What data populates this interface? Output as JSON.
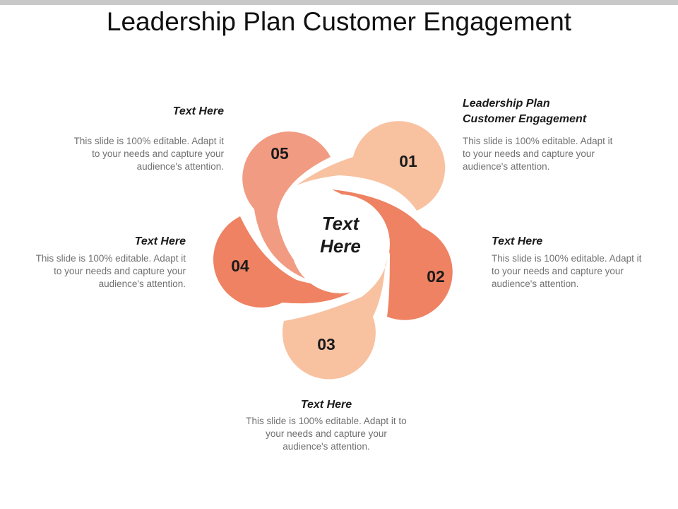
{
  "title": "Leadership Plan Customer Engagement",
  "center": {
    "line1": "Text",
    "line2": "Here"
  },
  "colors": {
    "p01": "#f8c2a1",
    "p02": "#ee8262",
    "p03": "#f8c2a1",
    "p04": "#ee8262",
    "p05": "#f19b82"
  },
  "petals": [
    {
      "number": "01",
      "label_line1": "Leadership Plan",
      "label_line2": "Customer Engagement",
      "desc": "This slide is 100% editable. Adapt it to your needs and capture your audience's attention."
    },
    {
      "number": "02",
      "label": "Text Here",
      "desc": "This slide is 100% editable. Adapt it to your needs and capture your audience's attention."
    },
    {
      "number": "03",
      "label": "Text Here",
      "desc": "This slide is 100% editable. Adapt it to your needs and capture your audience's attention."
    },
    {
      "number": "04",
      "label": "Text Here",
      "desc": "This slide is 100% editable. Adapt it to your needs and capture your audience's attention."
    },
    {
      "number": "05",
      "label": "Text Here",
      "desc": "This slide is 100% editable. Adapt it to your needs and capture your audience's attention."
    }
  ]
}
